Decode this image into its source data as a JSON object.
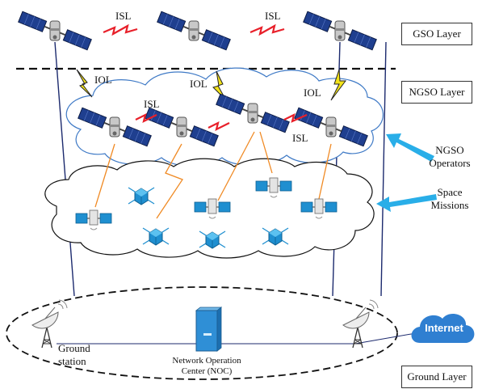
{
  "layers": {
    "gso": "GSO Layer",
    "ngso": "NGSO Layer",
    "ground": "Ground Layer"
  },
  "links": {
    "isl": "ISL",
    "iol": "IOL"
  },
  "side_labels": {
    "ngso_operators_line1": "NGSO",
    "ngso_operators_line2": "Operators",
    "space_missions_line1": "Space",
    "space_missions_line2": "Missions"
  },
  "ground": {
    "station_line1": "Ground",
    "station_line2": "station",
    "noc_line1": "Network Operation",
    "noc_line2": "Center (NOC)",
    "internet": "Internet"
  },
  "colors": {
    "satellite_panel": "#1f3f8f",
    "cube_sat": "#1f8fd0",
    "isl_bolt": "#e8202a",
    "iol_bolt": "#f2e21a",
    "optical_link": "#f08a24",
    "pointer_arrow": "#29aee8",
    "tether": "#1c2a6e",
    "internet_cloud": "#2f7fd1"
  },
  "icons": [
    "gso-satellite-icon",
    "ngso-satellite-icon",
    "cubesat-icon",
    "small-sat-icon",
    "dish-antenna-icon",
    "server-icon",
    "cloud-icon",
    "lightning-icon"
  ]
}
